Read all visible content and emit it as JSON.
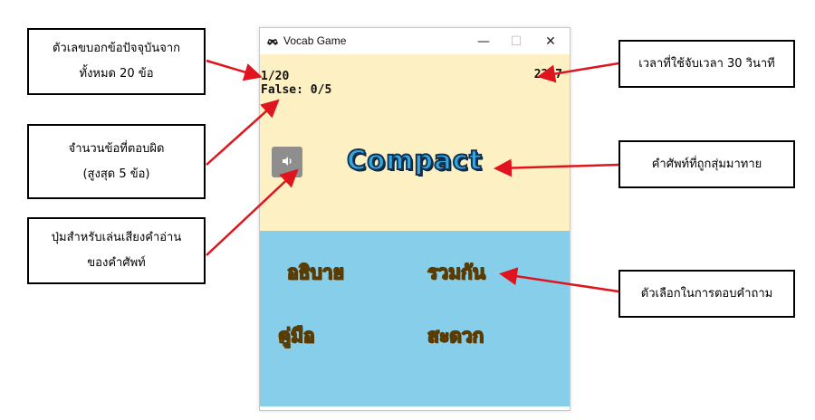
{
  "window": {
    "title": "Vocab Game",
    "min_symbol": "—",
    "max_symbol": "☐",
    "close_symbol": "✕",
    "app_icon": "game-controller-icon"
  },
  "game": {
    "counter": "1/20",
    "false_count": "False: 0/5",
    "timer": "22:7",
    "word": "Compact",
    "sound_icon": "speaker-icon",
    "options": [
      "อธิบาย",
      "รวมกัน",
      "คู่มือ",
      "สะดวก"
    ]
  },
  "annotations": {
    "counter_note": [
      "ตัวเลขบอกข้อปัจจุบันจาก",
      "ทั้งหมด 20 ข้อ"
    ],
    "false_note": [
      "จำนวนข้อที่ตอบผิด",
      "(สูงสุด 5 ข้อ)"
    ],
    "sound_note": [
      "ปุ่มสำหรับเล่นเสียงคำอ่าน",
      "ของคำศัพท์"
    ],
    "timer_note": "เวลาที่ใช้จับเวลา 30 วินาที",
    "word_note": "คำศัพท์ที่ถูกสุ่มมาทาย",
    "options_note": "ตัวเลือกในการตอบคำถาม"
  },
  "colors": {
    "top_pane": "#fdf1c3",
    "bottom_pane": "#87ceeb",
    "word": "#3aa6de",
    "option": "#f3c514",
    "arrow": "#e0141e"
  }
}
